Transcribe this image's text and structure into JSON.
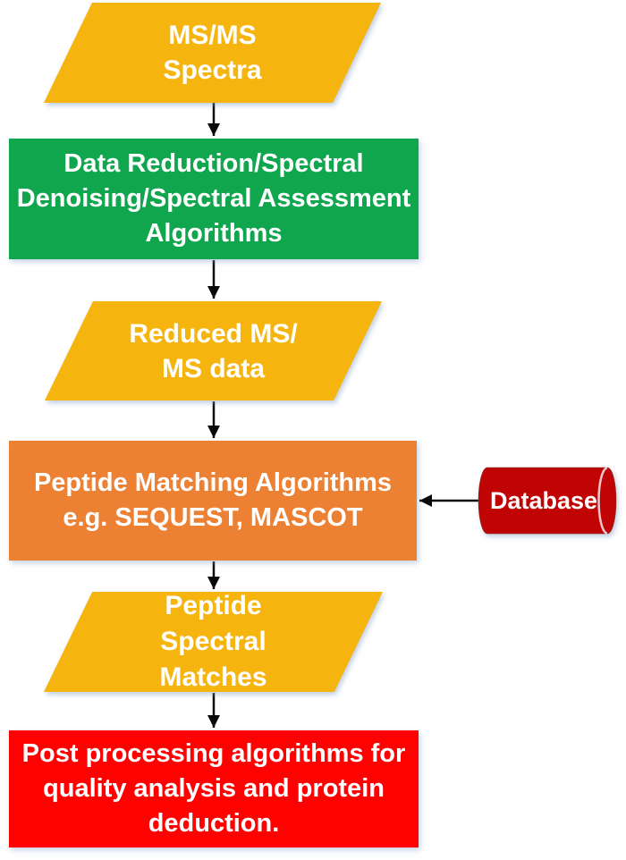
{
  "flowchart": {
    "nodes": [
      {
        "id": "msms-spectra",
        "shape": "parallelogram",
        "color_key": "input_yellow",
        "label_lines": [
          "MS/MS",
          "Spectra"
        ]
      },
      {
        "id": "data-reduction",
        "shape": "rectangle",
        "color_key": "process_green",
        "label_lines": [
          "Data Reduction/Spectral",
          "Denoising/Spectral Assessment",
          "Algorithms"
        ]
      },
      {
        "id": "reduced-msms-data",
        "shape": "parallelogram",
        "color_key": "input_yellow",
        "label_lines": [
          "Reduced MS/",
          "MS data"
        ]
      },
      {
        "id": "peptide-matching",
        "shape": "rectangle",
        "color_key": "process_orange",
        "label_lines": [
          "Peptide Matching Algorithms",
          "e.g. SEQUEST, MASCOT"
        ]
      },
      {
        "id": "database",
        "shape": "cylinder",
        "color_key": "database_red",
        "label_lines": [
          "Database"
        ]
      },
      {
        "id": "peptide-spectral-matches",
        "shape": "parallelogram",
        "color_key": "input_yellow",
        "label_lines": [
          "Peptide",
          "Spectral",
          "Matches"
        ]
      },
      {
        "id": "post-processing",
        "shape": "rectangle",
        "color_key": "final_red",
        "label_lines": [
          "Post processing algorithms for",
          "quality analysis and protein",
          "deduction."
        ]
      }
    ],
    "edges": [
      {
        "from": "msms-spectra",
        "to": "data-reduction"
      },
      {
        "from": "data-reduction",
        "to": "reduced-msms-data"
      },
      {
        "from": "reduced-msms-data",
        "to": "peptide-matching"
      },
      {
        "from": "database",
        "to": "peptide-matching"
      },
      {
        "from": "peptide-matching",
        "to": "peptide-spectral-matches"
      },
      {
        "from": "peptide-spectral-matches",
        "to": "post-processing"
      }
    ]
  },
  "colors": {
    "background": "#FFFFFF",
    "input_yellow": "#F6B40F",
    "process_green": "#0FA64D",
    "process_orange": "#EC8033",
    "database_red": "#C00404",
    "database_rim": "#EDC5CB",
    "database_stroke": "#A81414",
    "final_red": "#FE0101",
    "arrow_black": "#0A0A0A",
    "text_white": "#FFFFFF"
  }
}
